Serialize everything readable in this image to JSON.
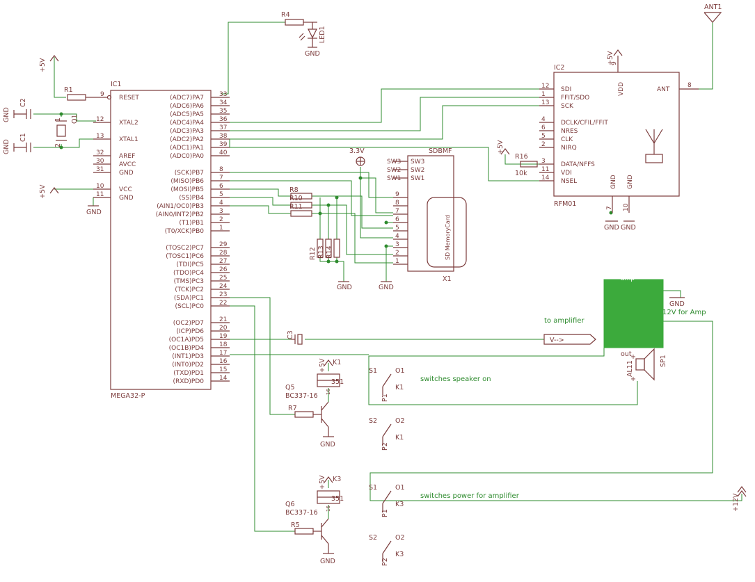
{
  "colors": {
    "parts": "#7b3b3b",
    "wires": "#2e8b2e",
    "amp_block": "#3caa3c",
    "background": "#ffffff"
  },
  "ic1": {
    "ref": "IC1",
    "name": "MEGA32-P",
    "left_pins": [
      {
        "name": "RESET",
        "num": "9"
      },
      {
        "name": "XTAL2",
        "num": "12"
      },
      {
        "name": "XTAL1",
        "num": "13"
      },
      {
        "name": "AREF",
        "num": "32"
      },
      {
        "name": "AVCC",
        "num": "30"
      },
      {
        "name": "GND",
        "num": "31"
      },
      {
        "name": "VCC",
        "num": "10"
      },
      {
        "name": "GND",
        "num": "11"
      }
    ],
    "right_pins": [
      {
        "name": "(ADC7)PA7",
        "num": "33"
      },
      {
        "name": "(ADC6)PA6",
        "num": "34"
      },
      {
        "name": "(ADC5)PA5",
        "num": "35"
      },
      {
        "name": "(ADC4)PA4",
        "num": "36"
      },
      {
        "name": "(ADC3)PA3",
        "num": "37"
      },
      {
        "name": "(ADC2)PA2",
        "num": "38"
      },
      {
        "name": "(ADC1)PA1",
        "num": "39"
      },
      {
        "name": "(ADC0)PA0",
        "num": "40"
      },
      {
        "name": "(SCK)PB7",
        "num": "8"
      },
      {
        "name": "(MISO)PB6",
        "num": "7"
      },
      {
        "name": "(MOSI)PB5",
        "num": "6"
      },
      {
        "name": "(SS)PB4",
        "num": "5"
      },
      {
        "name": "(AIN1/OC0)PB3",
        "num": "4"
      },
      {
        "name": "(AIN0/INT2)PB2",
        "num": "3"
      },
      {
        "name": "(T1)PB1",
        "num": "2"
      },
      {
        "name": "(T0/XCK)PB0",
        "num": "1"
      },
      {
        "name": "(TOSC2)PC7",
        "num": "29"
      },
      {
        "name": "(TOSC1)PC6",
        "num": "28"
      },
      {
        "name": "(TDI)PC5",
        "num": "27"
      },
      {
        "name": "(TDO)PC4",
        "num": "26"
      },
      {
        "name": "(TMS)PC3",
        "num": "25"
      },
      {
        "name": "(TCK)PC2",
        "num": "24"
      },
      {
        "name": "(SDA)PC1",
        "num": "23"
      },
      {
        "name": "(SCL)PC0",
        "num": "22"
      },
      {
        "name": "(OC2)PD7",
        "num": "21"
      },
      {
        "name": "(ICP)PD6",
        "num": "20"
      },
      {
        "name": "(OC1A)PD5",
        "num": "19"
      },
      {
        "name": "(OC1B)PD4",
        "num": "18"
      },
      {
        "name": "(INT1)PD3",
        "num": "17"
      },
      {
        "name": "(INT0)PD2",
        "num": "16"
      },
      {
        "name": "(TXD)PD1",
        "num": "15"
      },
      {
        "name": "(RXD)PD0",
        "num": "14"
      }
    ]
  },
  "ic2": {
    "ref": "IC2",
    "name": "RFM01",
    "left_pins": [
      {
        "name": "SDI",
        "num": "12"
      },
      {
        "name": "FFIT/SDO",
        "num": "1"
      },
      {
        "name": "SCK",
        "num": "13"
      },
      {
        "name": "DCLK/CFIL/FFIT",
        "num": "4"
      },
      {
        "name": "NRES",
        "num": "6"
      },
      {
        "name": "CLK",
        "num": "5"
      },
      {
        "name": "NIRQ",
        "num": "2"
      },
      {
        "name": "DATA/NFFS",
        "num": "3"
      },
      {
        "name": "VDI",
        "num": "11"
      },
      {
        "name": "NSEL",
        "num": "14"
      }
    ],
    "ant": {
      "name": "ANT",
      "num": "8"
    },
    "vdd": {
      "name": "VDD",
      "num": "9"
    },
    "gnd_pins": [
      {
        "name": "GND",
        "num": "7"
      },
      {
        "name": "GND",
        "num": "10"
      }
    ]
  },
  "sd": {
    "name": "SDBMF",
    "ref": "X1",
    "card_label": "SD MemoryCard",
    "sw_pins": [
      "SW3",
      "SW2",
      "SW1"
    ],
    "pins": [
      "9",
      "8",
      "7",
      "6",
      "5",
      "4",
      "3",
      "2",
      "1"
    ]
  },
  "labels": {
    "gnd": "GND",
    "p5v": "+5V",
    "p12v": "+12V",
    "v33": "3.3V",
    "ant1": "ANT1",
    "r1": "R1",
    "r4": "R4",
    "r5": "R5",
    "r7": "R7",
    "r8": "R8",
    "r10": "R10",
    "r11": "R11",
    "r12": "R12",
    "r13": "R13",
    "r14": "R14",
    "r16": "R16",
    "r16_val": "10k",
    "led1": "LED1",
    "c1": "C1",
    "c2": "C2",
    "c3": "C3",
    "q1": "Q1",
    "q1_p1": "1",
    "q1_p2": "2",
    "q5": "Q5",
    "q6": "Q6",
    "bc": "BC337-16",
    "k1": "K1",
    "k3": "K3",
    "relay": "351",
    "coil_n": "16",
    "s1": "S1",
    "s2": "S2",
    "o1": "O1",
    "o2": "O2",
    "p1": "P1",
    "p2": "P2",
    "sp1": "SP1",
    "al11": "AL11",
    "amp": "amp",
    "amp_out": "out",
    "v_label": "V-->",
    "plus": "+"
  },
  "notes": {
    "to_amplifier": "to amplifier",
    "switches_speaker_on": "switches speaker on",
    "switches_power_for_amplifier": "switches power for amplifier",
    "amp_12v": "12V for Amp"
  }
}
